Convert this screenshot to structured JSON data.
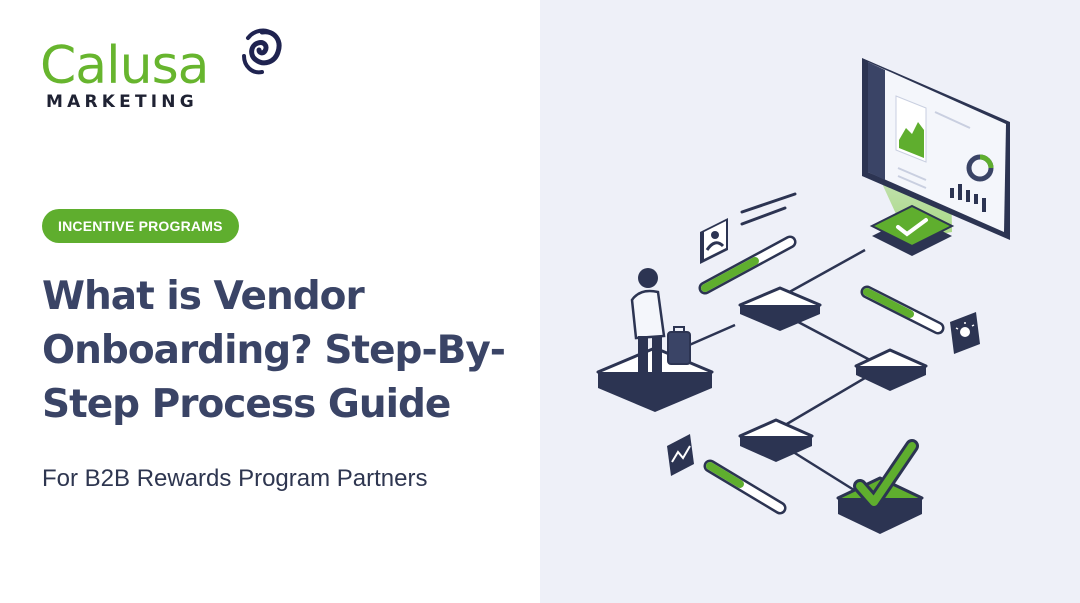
{
  "logo": {
    "wordmark": "Calusa",
    "tagline": "MARKETING"
  },
  "badge": {
    "label": "INCENTIVE PROGRAMS"
  },
  "title": {
    "line1": "What is Vendor",
    "line2": "Onboarding? Step-By-",
    "line3": "Step Process Guide"
  },
  "subtitle": "For B2B Rewards Program Partners",
  "colors": {
    "accent_green": "#5fae2e",
    "navy": "#2c3452",
    "title_navy": "#3a4466",
    "right_panel_bg": "#eef0f8"
  },
  "illustration_icons": [
    "person-with-briefcase-icon",
    "user-profile-icon",
    "dashboard-monitor-icon",
    "checkmark-icon",
    "touch-click-icon",
    "chart-trend-icon",
    "large-checkmark-icon"
  ]
}
